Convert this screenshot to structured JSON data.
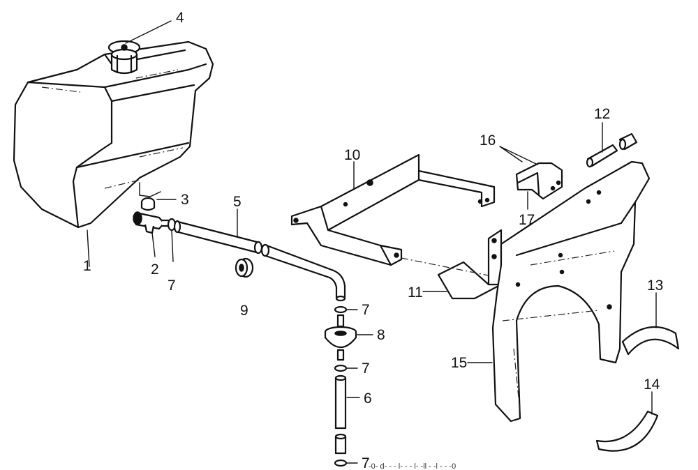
{
  "labels": {
    "p1": "1",
    "p2": "2",
    "p3": "3",
    "p4": "4",
    "p5": "5",
    "p6": "6",
    "p7a": "7",
    "p7b": "7",
    "p7c": "7",
    "p7d": "7",
    "p8": "8",
    "p9": "9",
    "p10": "10",
    "p11": "11",
    "p12": "12",
    "p13": "13",
    "p14": "14",
    "p15": "15",
    "p16": "16",
    "p17": "17"
  },
  "footer": {
    "text": "-0- d- - - l- - - l- -ll - -l - - -0"
  }
}
